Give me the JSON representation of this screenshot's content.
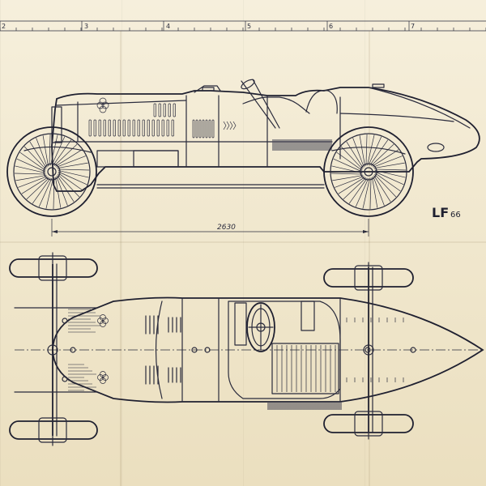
{
  "ruler": {
    "labels": [
      "2",
      "3",
      "4",
      "5",
      "6",
      "7"
    ]
  },
  "dimension": {
    "wheelbase_label": "2630"
  },
  "signature": {
    "initials": "LF",
    "number": "66"
  },
  "colors": {
    "paper": "#f3ead0",
    "ink": "#2a2b3c"
  }
}
